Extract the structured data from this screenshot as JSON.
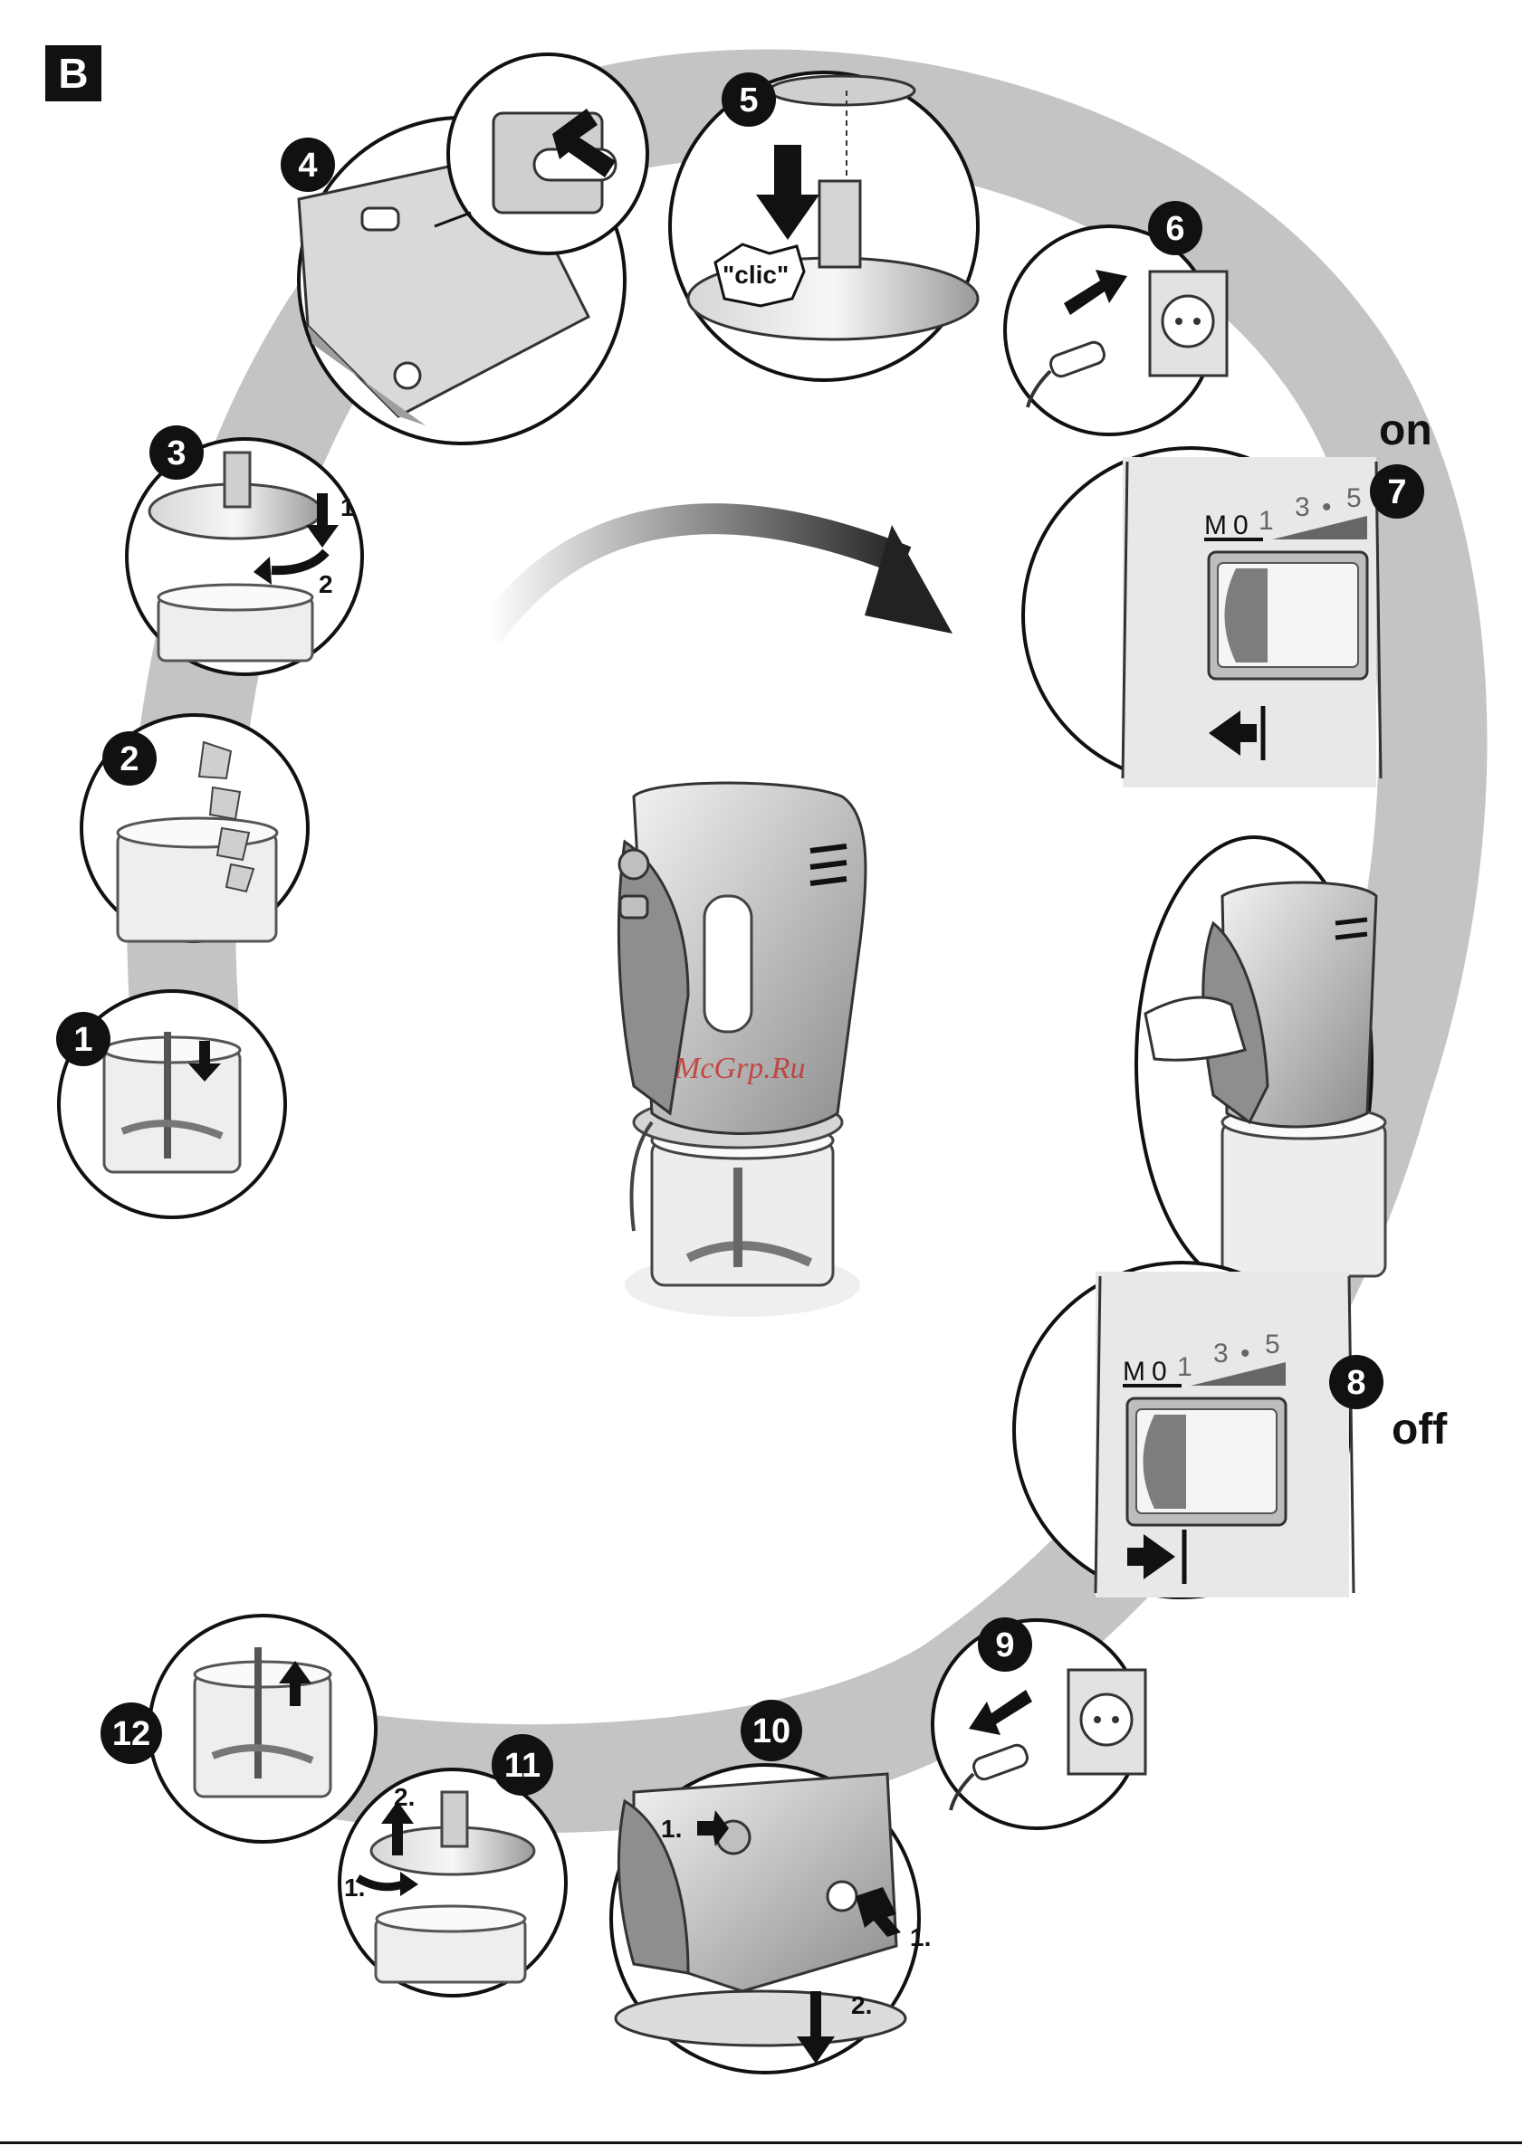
{
  "section_label": "B",
  "on_label": "on",
  "off_label": "off",
  "watermark": "McGrp.Ru",
  "clic_label": "\"clic\"",
  "steps": [
    "1",
    "2",
    "3",
    "4",
    "5",
    "6",
    "7",
    "8",
    "9",
    "10",
    "11",
    "12"
  ],
  "substeps": {
    "step3": [
      "1",
      "2"
    ],
    "step10": [
      "1.",
      "1.",
      "2."
    ],
    "step11": [
      "2.",
      "1."
    ]
  },
  "switch_scale": [
    "M",
    "0",
    "1",
    "3",
    "•",
    "5"
  ],
  "colors": {
    "ring": "#bdbdbd",
    "dark": "#111111",
    "mid": "#8a8a8a",
    "light": "#e6e6e6"
  },
  "icons": [
    "arrow-left-icon",
    "arrow-right-icon",
    "curved-arrow-icon",
    "plug-icon",
    "socket-icon"
  ]
}
